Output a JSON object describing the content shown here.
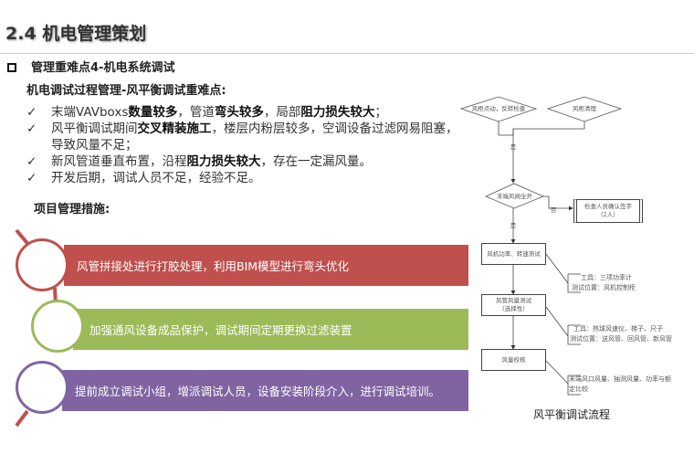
{
  "header": {
    "title": "2.4  机电管理策划"
  },
  "section": {
    "title": "管理重难点4-机电系统调试",
    "subtitle": "机电调试过程管理-风平衡调试重难点:"
  },
  "bullets": [
    [
      {
        "t": "末端VAVboxs",
        "b": false
      },
      {
        "t": "数量较多",
        "b": true
      },
      {
        "t": "，管道",
        "b": false
      },
      {
        "t": "弯头较多",
        "b": true
      },
      {
        "t": "，局部",
        "b": false
      },
      {
        "t": "阻力损失较大",
        "b": true
      },
      {
        "t": "；",
        "b": false
      }
    ],
    [
      {
        "t": "风平衡调试期间",
        "b": false
      },
      {
        "t": "交叉精装施工",
        "b": true
      },
      {
        "t": "，楼层内粉层较多，空调设备过滤网易阻塞，导致风量不足；",
        "b": false
      }
    ],
    [
      {
        "t": "新风管道垂直布置，沿程",
        "b": false
      },
      {
        "t": "阻力损失较大",
        "b": true
      },
      {
        "t": "，存在一定漏风量。",
        "b": false
      }
    ],
    [
      {
        "t": "开发后期，调试人员不足，经验不足。",
        "b": false
      }
    ]
  ],
  "check_mark": "✓",
  "measures": {
    "title": "项目管理措施:",
    "items": [
      {
        "text": "风管拼接处进行打胶处理，利用BIM模型进行弯头优化",
        "color": "#c0504d"
      },
      {
        "text": "加强通风设备成品保护，调试期间定期更换过滤装置",
        "color": "#9bbb59"
      },
      {
        "text": "提前成立调试小组，增派调试人员，设备安装阶段介入，进行调试培训。",
        "color": "#8064a2"
      }
    ]
  },
  "flow": {
    "d1": "风柜点动，反转检查",
    "d2": "风柜清理",
    "d3": "末端风阀全开",
    "yes": "是",
    "no": "否",
    "check": "检查人员确认签字",
    "check2": "（2人）",
    "s1": "风机功率、转速测试",
    "s2": "风管风量测试",
    "s2b": "（选择性）",
    "s3": "风量校核",
    "c1a": "工具：三项功率计",
    "c1b": "测试位置：风机控制柜",
    "c2a": "工具：热球风速仪、梯子、尺子",
    "c2b": "测试位置：送风管、回风管、新风管",
    "c3a": "末端风口风量、抽测风量、功率与额",
    "c3b": "定比较",
    "caption": "风平衡调试流程"
  }
}
